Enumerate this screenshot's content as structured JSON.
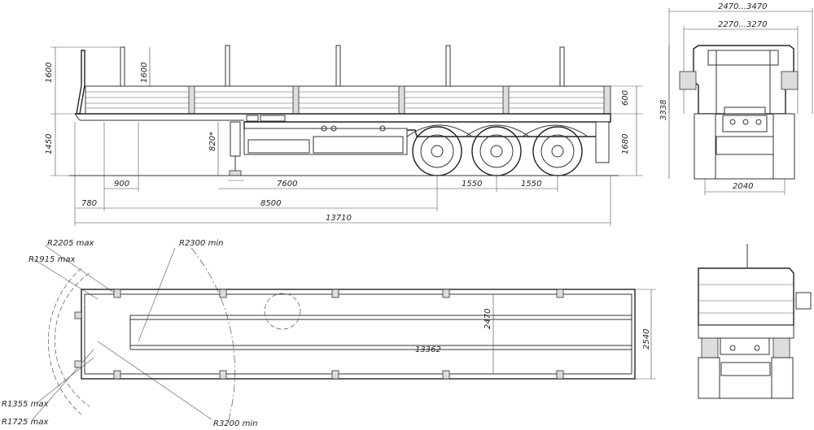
{
  "side_view": {
    "dims": {
      "stake_height": "1600",
      "stake_height_inner": "1600",
      "body_height": "1450",
      "deck_to_top": "600",
      "deck_height": "1680",
      "king_pin": "820*",
      "d900": "900",
      "d7600": "7600",
      "d1550a": "1550",
      "d1550b": "1550",
      "d780": "780",
      "d8500": "8500",
      "d13710": "13710"
    }
  },
  "front_view": {
    "dims": {
      "width_max": "2470...3470",
      "width_min": "2270...3270",
      "height": "3338",
      "track": "2040"
    }
  },
  "plan_view": {
    "dims": {
      "r2205": "R2205 max",
      "r1915": "R1915 max",
      "r2300": "R2300 min",
      "r1355": "R1355 max",
      "r1725": "R1725 max",
      "r3200": "R3200 min",
      "length": "13362",
      "inner_width": "2470",
      "outer_width": "2540"
    }
  }
}
